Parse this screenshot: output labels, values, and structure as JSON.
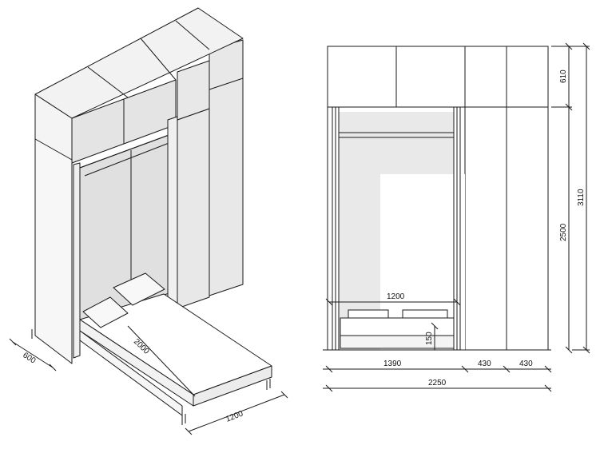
{
  "colors": {
    "line": "#1a1a1a",
    "panel": "#e6e6e6",
    "panel_light": "#efefef",
    "white": "#ffffff"
  },
  "iso": {
    "depth": "600",
    "bed_length": "2000",
    "bed_width": "1200"
  },
  "front": {
    "top_height": "610",
    "lower_height": "2500",
    "total_height": "3110",
    "bed_width": "1200",
    "bed_height": "150",
    "left_width": "1390",
    "col_a": "430",
    "col_b": "430",
    "total_width": "2250"
  }
}
